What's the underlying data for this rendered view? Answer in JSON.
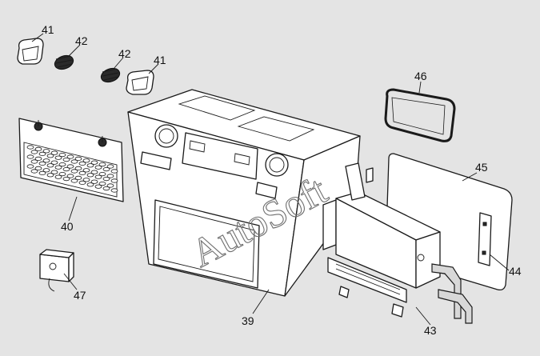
{
  "diagram": {
    "watermark": "AutoSoft",
    "callouts": [
      {
        "id": "label-41-a",
        "text": "41"
      },
      {
        "id": "label-42-a",
        "text": "42"
      },
      {
        "id": "label-42-b",
        "text": "42"
      },
      {
        "id": "label-41-b",
        "text": "41"
      },
      {
        "id": "label-46",
        "text": "46"
      },
      {
        "id": "label-45",
        "text": "45"
      },
      {
        "id": "label-40",
        "text": "40"
      },
      {
        "id": "label-44",
        "text": "44"
      },
      {
        "id": "label-47",
        "text": "47"
      },
      {
        "id": "label-39",
        "text": "39"
      },
      {
        "id": "label-43",
        "text": "43"
      }
    ]
  }
}
